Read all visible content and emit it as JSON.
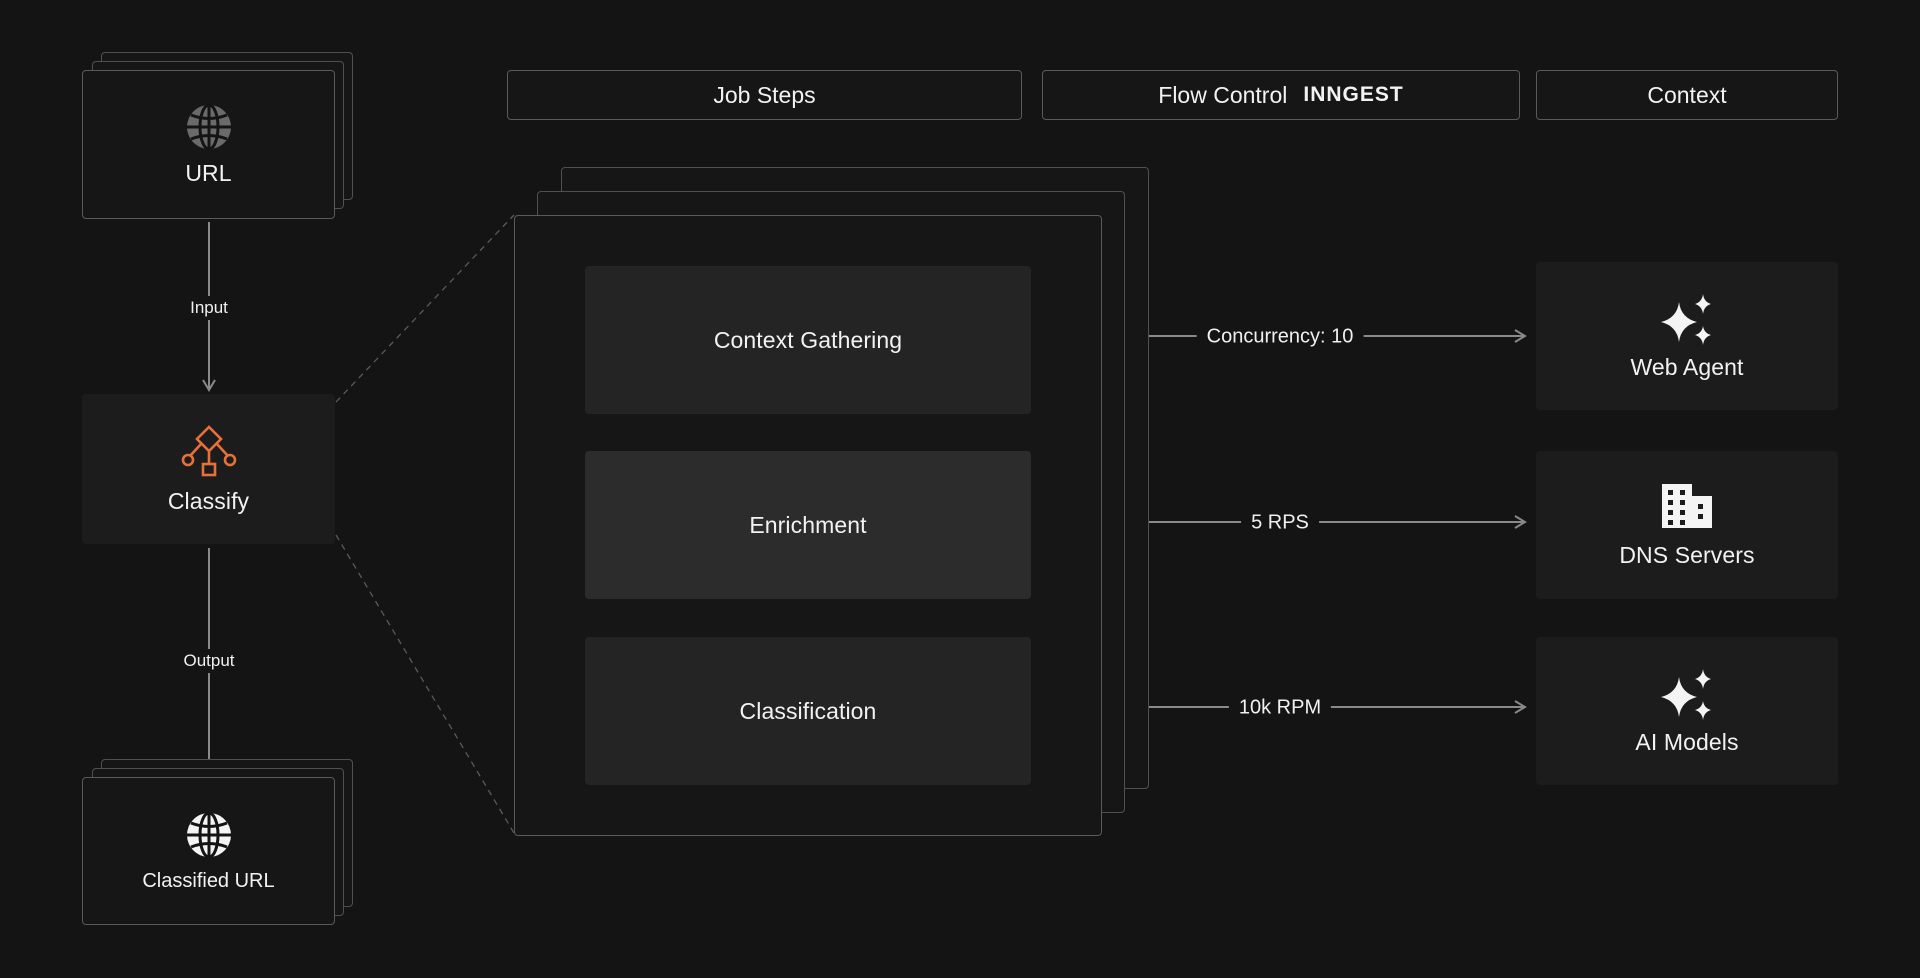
{
  "headers": {
    "job_steps": "Job Steps",
    "flow_control": "Flow Control",
    "flow_control_brand": "INNGEST",
    "context": "Context"
  },
  "pipeline": {
    "input_node": {
      "label": "URL",
      "icon": "globe-icon"
    },
    "input_edge": "Input",
    "process_node": {
      "label": "Classify",
      "icon": "workflow-icon",
      "accent": "#e8703a"
    },
    "output_edge": "Output",
    "output_node": {
      "label": "Classified URL",
      "icon": "globe-icon"
    }
  },
  "steps": [
    {
      "label": "Context Gathering",
      "rate": "Concurrency: 10"
    },
    {
      "label": "Enrichment",
      "rate": "5 RPS"
    },
    {
      "label": "Classification",
      "rate": "10k RPM"
    }
  ],
  "contexts": [
    {
      "label": "Web Agent",
      "icon": "sparkles-icon"
    },
    {
      "label": "DNS Servers",
      "icon": "building-icon"
    },
    {
      "label": "AI Models",
      "icon": "sparkles-icon"
    }
  ],
  "colors": {
    "background": "#141414",
    "accent": "#e8703a",
    "line": "#8a8a8a"
  }
}
